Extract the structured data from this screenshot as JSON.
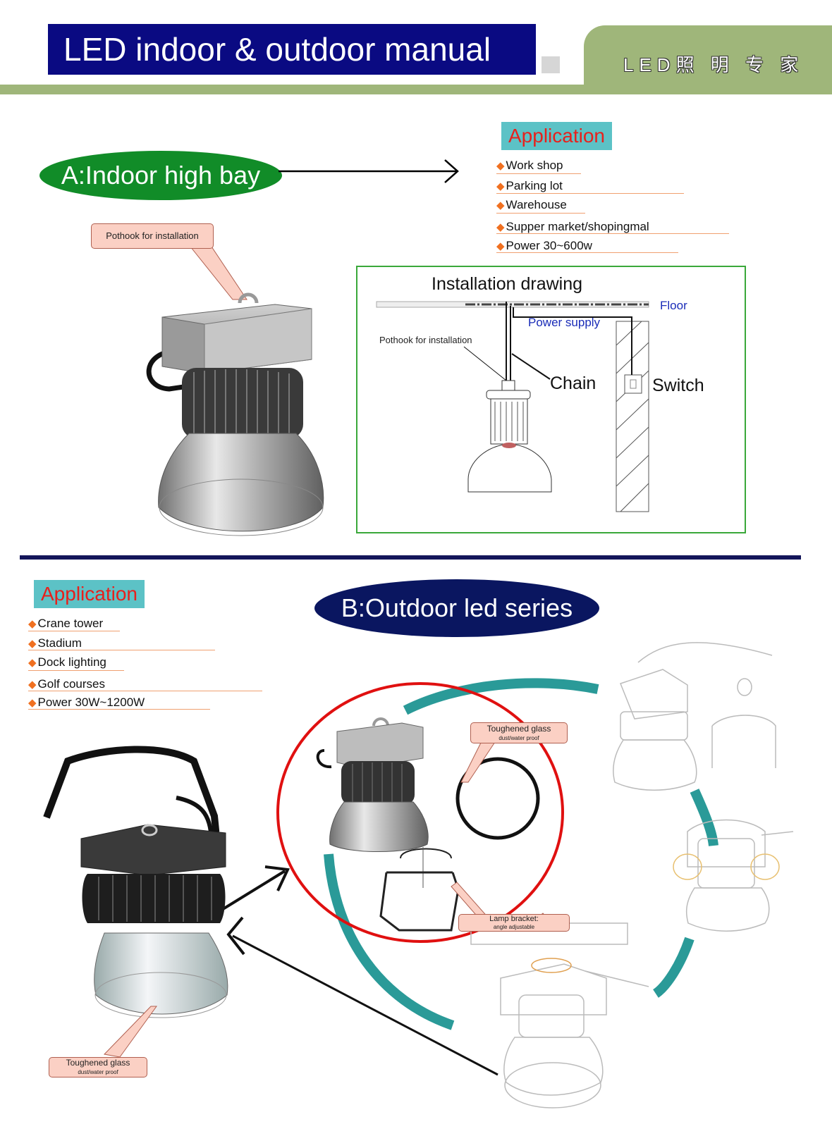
{
  "header": {
    "title": "LED indoor & outdoor manual",
    "brand": "LED照 明 专 家"
  },
  "section_a": {
    "heading": "A:Indoor high bay",
    "application_label": "Application",
    "applications": [
      "Work shop",
      "Parking lot",
      "Warehouse",
      "Supper market/shopingmal",
      "Power 30~600w"
    ],
    "callout": "Pothook for installation",
    "drawing": {
      "title": "Installation drawing",
      "floor": "Floor",
      "power_supply": "Power supply",
      "pothook": "Pothook for installation",
      "chain": "Chain",
      "switch": "Switch"
    }
  },
  "section_b": {
    "heading": "B:Outdoor led series",
    "application_label": "Application",
    "applications": [
      "Crane tower",
      "Stadium",
      "Dock lighting",
      "Golf courses",
      "Power 30W~1200W"
    ],
    "glass_callout_title": "Toughened glass",
    "glass_callout_sub": "dust/water proof",
    "bracket_callout_title": "Lamp bracket:",
    "bracket_callout_sub": "angle adjustable",
    "bottom_callout_title": "Toughened glass",
    "bottom_callout_sub": "dust/water proof"
  },
  "colors": {
    "title_bg": "#0a0a82",
    "band": "#9fb67a",
    "oval_a": "#118c28",
    "oval_b": "#0a1660",
    "application_bg": "#5cc2c6",
    "application_text": "#e8201c",
    "bullet": "#f07020",
    "ring": "#e01010",
    "arc": "#2a9a98"
  }
}
